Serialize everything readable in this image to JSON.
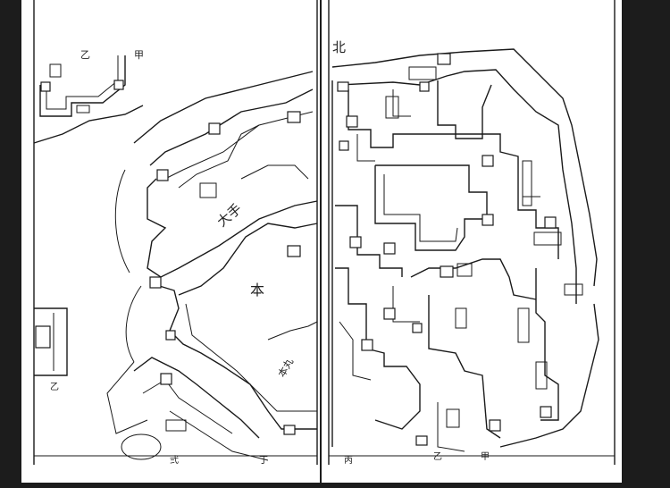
{
  "colors": {
    "background": "#1c1c1c",
    "paper": "#ffffff",
    "ink": "#1a1a1a"
  },
  "labels": {
    "otsu_top_left": "乙",
    "kou_top_left": "甲",
    "otsu_bottom_left": "乙",
    "hei_bottom": "丙",
    "otsu_bottom": "乙",
    "kou_bottom": "甲",
    "kita": "北",
    "ote": "大手",
    "hon": "本",
    "honmaru_east": "本丸",
    "kan_bottom_left": "丁",
    "san_bottom": "弐"
  }
}
